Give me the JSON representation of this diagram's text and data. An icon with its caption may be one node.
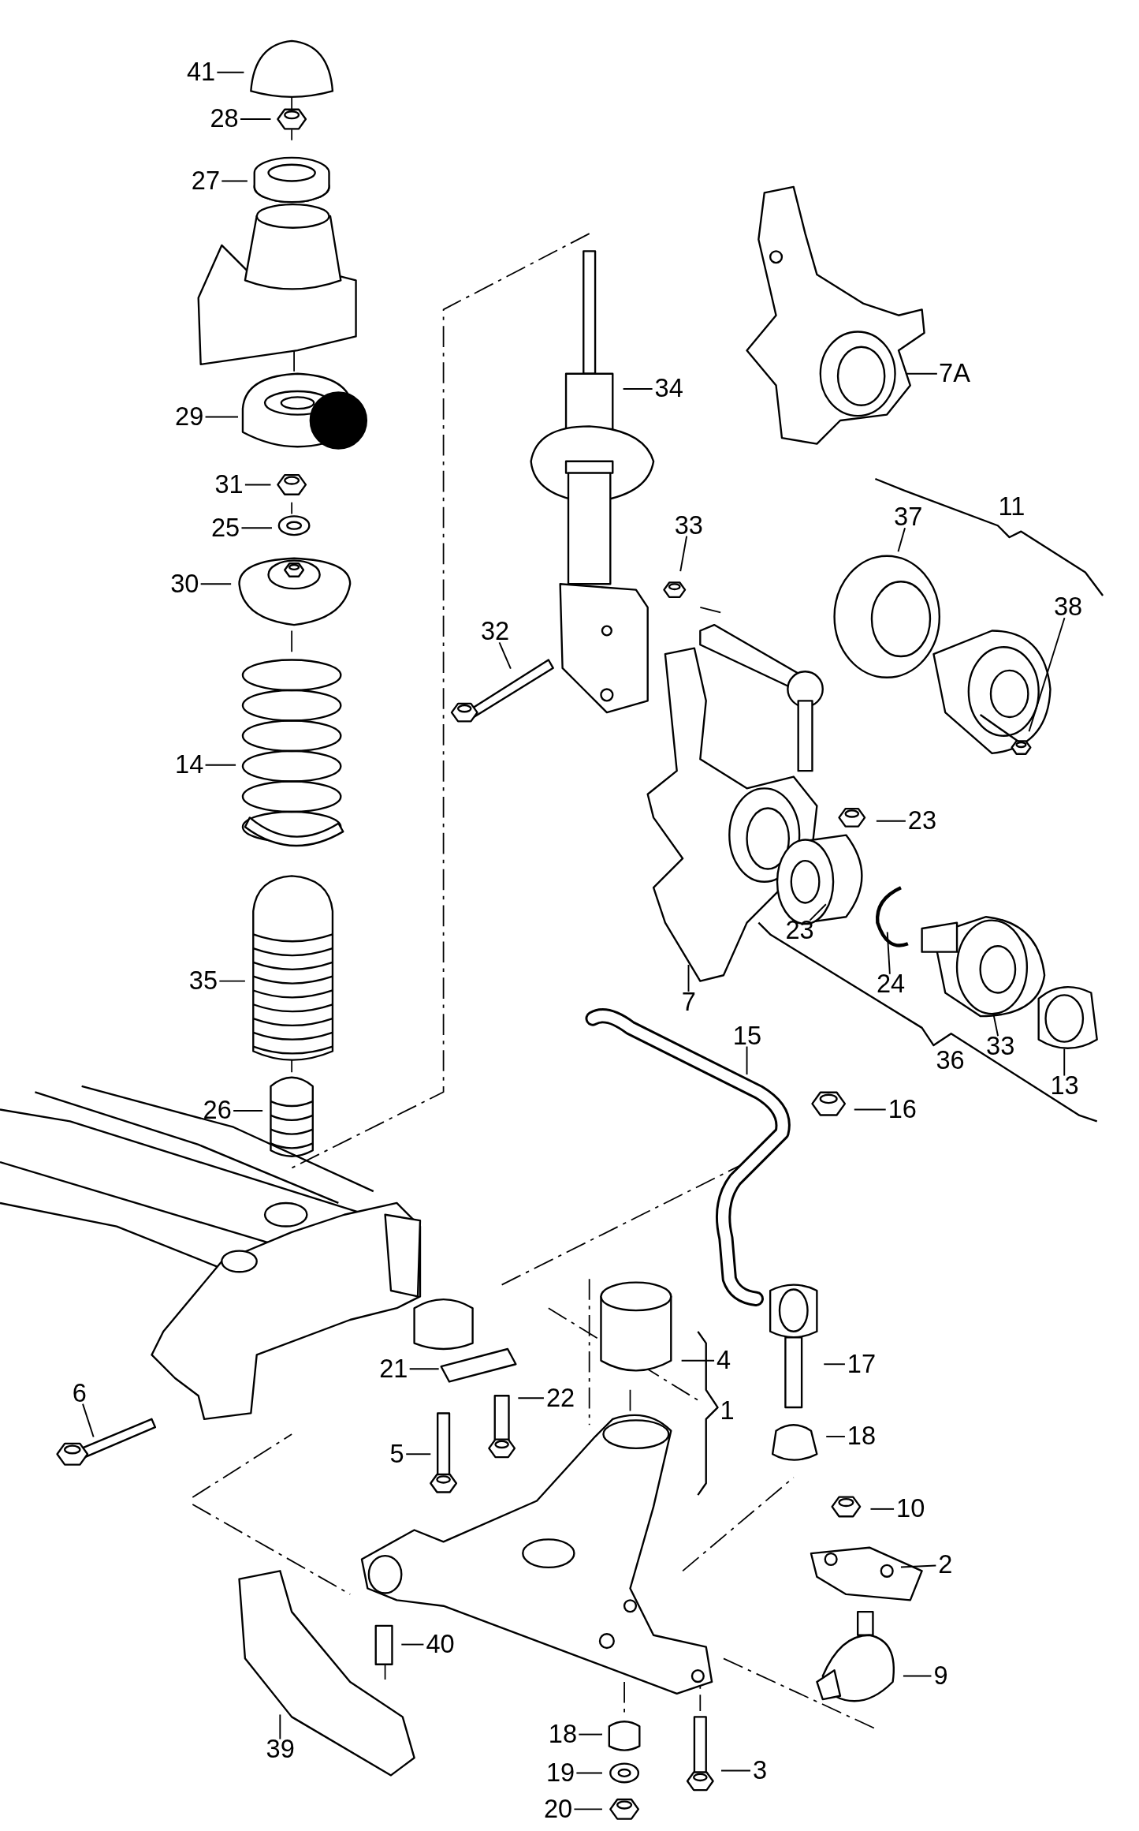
{
  "diagram": {
    "nodes": [
      {
        "text": [
          "41"
        ]
      },
      {
        "text": [
          "28"
        ]
      },
      {
        "text": [
          "27"
        ]
      },
      {
        "text": [
          "29"
        ]
      },
      {
        "text": [
          "31"
        ]
      },
      {
        "text": [
          "25"
        ]
      },
      {
        "text": [
          "30"
        ]
      },
      {
        "text": [
          "14"
        ]
      },
      {
        "text": [
          "35"
        ]
      },
      {
        "text": [
          "26"
        ]
      },
      {
        "text": [
          "34"
        ]
      },
      {
        "text": [
          "7A"
        ]
      },
      {
        "text": [
          "37"
        ]
      },
      {
        "text": [
          "38"
        ]
      },
      {
        "text": [
          "33"
        ]
      },
      {
        "text": [
          "32"
        ]
      },
      {
        "text": [
          "23"
        ]
      },
      {
        "text": [
          "23"
        ]
      },
      {
        "text": [
          "24"
        ]
      },
      {
        "text": [
          "7"
        ]
      },
      {
        "text": [
          "33"
        ]
      },
      {
        "text": [
          "13"
        ]
      },
      {
        "text": [
          "15"
        ]
      },
      {
        "text": [
          "16"
        ]
      },
      {
        "text": [
          "4"
        ]
      },
      {
        "text": [
          "17"
        ]
      },
      {
        "text": [
          "21"
        ]
      },
      {
        "text": [
          "22"
        ]
      },
      {
        "text": [
          "6"
        ]
      },
      {
        "text": [
          "18"
        ]
      },
      {
        "text": [
          "5"
        ]
      },
      {
        "text": [
          "10"
        ]
      },
      {
        "text": [
          "2"
        ]
      },
      {
        "text": [
          "40"
        ]
      },
      {
        "text": [
          "9"
        ]
      },
      {
        "text": [
          "39"
        ]
      },
      {
        "text": [
          "18"
        ]
      },
      {
        "text": [
          "19"
        ]
      },
      {
        "text": [
          "20"
        ]
      },
      {
        "text": [
          "3"
        ]
      }
    ],
    "edges": [
      {
        "from": 0,
        "to": null,
        "arrow": "none"
      },
      {
        "from": 1,
        "to": null,
        "arrow": "none"
      },
      {
        "from": 2,
        "to": null,
        "arrow": "none"
      },
      {
        "from": 3,
        "to": null,
        "arrow": "none"
      },
      {
        "from": 4,
        "to": null,
        "arrow": "none"
      },
      {
        "from": 5,
        "to": null,
        "arrow": "none"
      },
      {
        "from": 6,
        "to": null,
        "arrow": "none"
      },
      {
        "from": 7,
        "to": null,
        "arrow": "none"
      },
      {
        "from": 8,
        "to": null,
        "arrow": "none"
      },
      {
        "from": 9,
        "to": null,
        "arrow": "none"
      },
      {
        "from": 10,
        "to": null,
        "arrow": "none"
      },
      {
        "from": 11,
        "to": null,
        "arrow": "none"
      },
      {
        "from": 12,
        "to": null,
        "arrow": "none"
      },
      {
        "from": 13,
        "to": null,
        "arrow": "none"
      },
      {
        "from": 14,
        "to": null,
        "arrow": "none"
      },
      {
        "from": 15,
        "to": null,
        "arrow": "none"
      },
      {
        "from": 16,
        "to": null,
        "arrow": "none"
      },
      {
        "from": 17,
        "to": null,
        "arrow": "none"
      },
      {
        "from": 18,
        "to": null,
        "arrow": "none"
      },
      {
        "from": 19,
        "to": null,
        "arrow": "none"
      },
      {
        "from": 20,
        "to": null,
        "arrow": "none"
      },
      {
        "from": 21,
        "to": null,
        "arrow": "none"
      },
      {
        "from": 22,
        "to": null,
        "arrow": "none"
      },
      {
        "from": 23,
        "to": null,
        "arrow": "none"
      },
      {
        "from": 24,
        "to": null,
        "arrow": "none"
      },
      {
        "from": 25,
        "to": null,
        "arrow": "none"
      },
      {
        "from": 26,
        "to": null,
        "arrow": "none"
      },
      {
        "from": 27,
        "to": null,
        "arrow": "none"
      },
      {
        "from": 28,
        "to": null,
        "arrow": "none"
      },
      {
        "from": 29,
        "to": null,
        "arrow": "none"
      },
      {
        "from": 30,
        "to": null,
        "arrow": "none"
      },
      {
        "from": 31,
        "to": null,
        "arrow": "none"
      },
      {
        "from": 32,
        "to": null,
        "arrow": "none"
      },
      {
        "from": 33,
        "to": null,
        "arrow": "none"
      },
      {
        "from": 34,
        "to": null,
        "arrow": "none"
      },
      {
        "from": 35,
        "to": null,
        "arrow": "none"
      },
      {
        "from": 36,
        "to": null,
        "arrow": "none"
      },
      {
        "from": 37,
        "to": null,
        "arrow": "none"
      },
      {
        "from": 38,
        "to": null,
        "arrow": "none"
      },
      {
        "from": 39,
        "to": null,
        "arrow": "none"
      }
    ],
    "labels": [
      "11",
      "36",
      "1"
    ]
  }
}
